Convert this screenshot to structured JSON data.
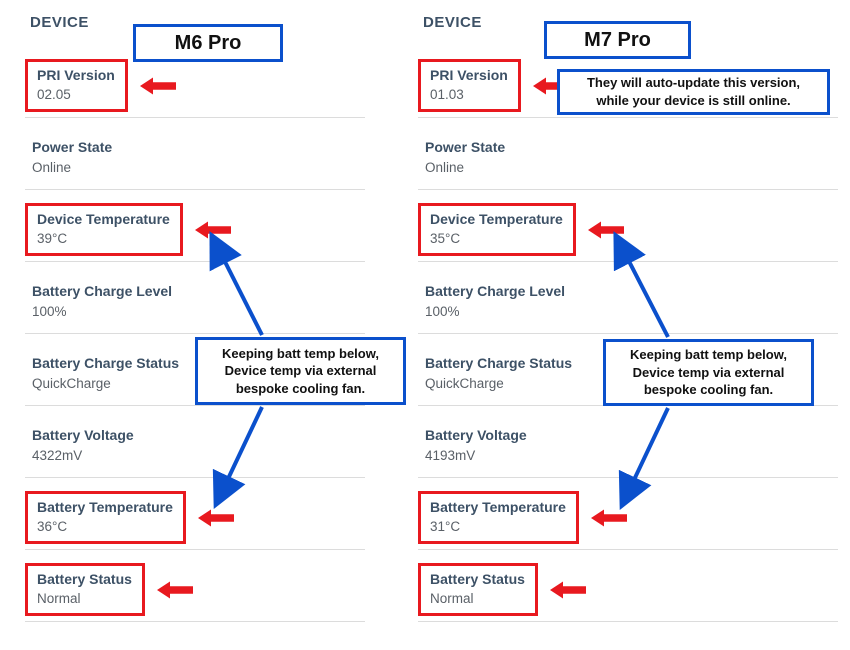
{
  "columns": [
    {
      "header": "DEVICE",
      "title": "M6 Pro",
      "fields": [
        {
          "label": "PRI Version",
          "value": "02.05"
        },
        {
          "label": "Power State",
          "value": "Online"
        },
        {
          "label": "Device Temperature",
          "value": "39°C"
        },
        {
          "label": "Battery Charge Level",
          "value": "100%"
        },
        {
          "label": "Battery Charge Status",
          "value": "QuickCharge"
        },
        {
          "label": "Battery Voltage",
          "value": "4322mV"
        },
        {
          "label": "Battery Temperature",
          "value": "36°C"
        },
        {
          "label": "Battery Status",
          "value": "Normal"
        }
      ],
      "annotation_cooling": "Keeping batt temp below, Device temp via external bespoke cooling fan."
    },
    {
      "header": "DEVICE",
      "title": "M7 Pro",
      "fields": [
        {
          "label": "PRI Version",
          "value": "01.03"
        },
        {
          "label": "Power State",
          "value": "Online"
        },
        {
          "label": "Device Temperature",
          "value": "35°C"
        },
        {
          "label": "Battery Charge Level",
          "value": "100%"
        },
        {
          "label": "Battery Charge Status",
          "value": "QuickCharge"
        },
        {
          "label": "Battery Voltage",
          "value": "4193mV"
        },
        {
          "label": "Battery Temperature",
          "value": "31°C"
        },
        {
          "label": "Battery Status",
          "value": "Normal"
        }
      ],
      "annotation_cooling": "Keeping batt temp below, Device temp via external bespoke cooling fan.",
      "annotation_update": "They will auto-update this version, while your device is still online."
    }
  ],
  "colors": {
    "highlight_red": "#e8191f",
    "annotation_blue": "#0b50cc",
    "label_navy": "#3d5166",
    "value_gray": "#5a6067",
    "divider_gray": "#dcdcdc"
  }
}
